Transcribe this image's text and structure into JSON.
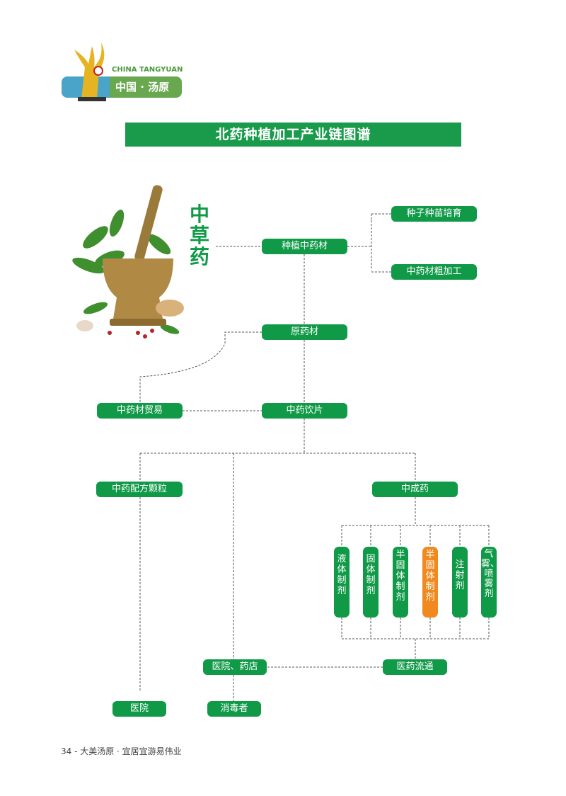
{
  "logo": {
    "english": "CHINA TANGYUAN",
    "chinese": "中国 · 汤原"
  },
  "title": "北药种植加工产业链图谱",
  "side_label": "中草药",
  "nodes": {
    "planting": "种植中药材",
    "seedling": "种子种苗培育",
    "rough_processing": "中药材粗加工",
    "raw_material": "原药材",
    "trade": "中药材贸易",
    "decoction_pieces": "中药饮片",
    "granules": "中药配方颗粒",
    "patent_medicine": "中成药",
    "forms": [
      "液体制剂",
      "固体制剂",
      "半固体制剂",
      "半固体制剂",
      "注射剂",
      "气雾、喷雾剂"
    ],
    "hospital_pharmacy": "医院、药店",
    "distribution": "医药流通",
    "hospital": "医院",
    "consumer": "消毒者"
  },
  "footer": "34 -  大美汤原 · 宜居宜游易伟业",
  "colors": {
    "green": "#109a48",
    "orange": "#f08a1f",
    "title_bg": "#1a9b4b"
  }
}
